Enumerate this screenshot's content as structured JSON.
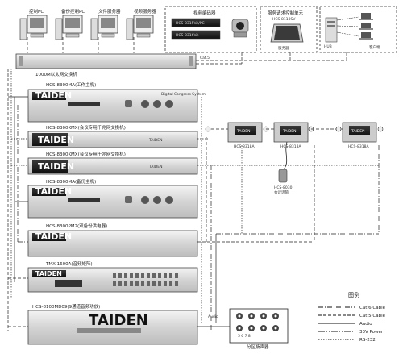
{
  "brand": "TAIDEN",
  "top": {
    "pcs": [
      "控制PC",
      "备份控制PC",
      "文件服务器",
      "视频服务器"
    ],
    "video_encoder": "视频编码器",
    "enc_model_1": "HCS-8315VA/PC",
    "enc_model_2": "HCS-8316VA",
    "touch_panel": "服务请求控制单元",
    "touch_panel_model": "HCS-8110SV",
    "server": "服务器",
    "hub": "HUB",
    "clients": "客户端"
  },
  "cables": {
    "cat5_short": "Cat.5",
    "audio_short": "Audio"
  },
  "devices": {
    "switch": "1000M以太网交换机",
    "main_unit": "HCS-8300MA(工作主机)",
    "panel_label_1": "Digital Congress System",
    "kmx_1": "HCS-8300KMX(会议专用千兆网交换机)",
    "kmx_2": "HCS-8300KMX(会议专用千兆网交换机)",
    "kmx_panel": "TAIDEN",
    "backup_unit": "HCS-8300MA(备份主机)",
    "power_unit": "HCS-8300PM2(双备份供电器)",
    "matrix": "TMX-1600A(音频矩阵)",
    "amplifier": "HCS-8100MD09(9通道音频功放)"
  },
  "units": [
    "HCS-8318A",
    "HCS-8318A",
    "HCS-8030",
    "会议话筒",
    "HCS-8318A"
  ],
  "speakers": {
    "numbers": "5       6       7       8",
    "label": "分区扬声器"
  },
  "legend": {
    "title": "图例",
    "items": [
      "Cat.6 Cable",
      "Cat.5 Cable",
      "Audio",
      "33V Power",
      "RS-232"
    ]
  }
}
